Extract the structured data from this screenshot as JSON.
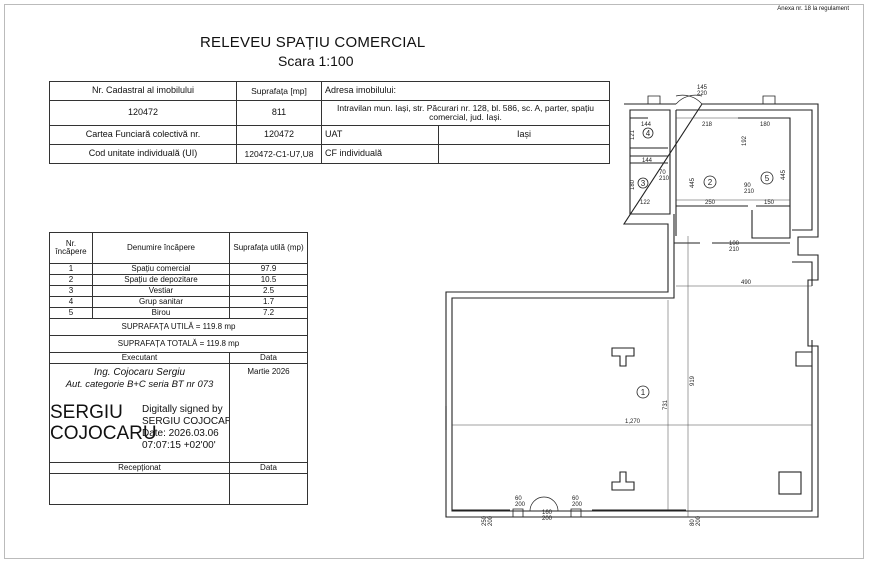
{
  "annex": "Anexa nr. 18 la regulament",
  "title": "RELEVEU SPAȚIU COMERCIAL",
  "scale": "Scara 1:100",
  "top_table": {
    "h_cadastral": "Nr. Cadastral al imobilului",
    "h_surface": "Suprafața [mp]",
    "h_address": "Adresa imobilului:",
    "cadastral": "120472",
    "surface": "811",
    "address": "Intravilan mun. Iași, str. Păcurari nr. 128, bl. 586, sc. A, parter, spațiu comercial, jud. Iași.",
    "carte_label": "Cartea Funciară colectivă nr.",
    "carte_value": "120472",
    "uat_label": "UAT",
    "uat_value": "Iași",
    "ui_label": "Cod unitate individuală (UI)",
    "ui_value": "120472-C1-U7,U8",
    "cf_label": "CF individuală",
    "cf_value": ""
  },
  "rooms_table": {
    "h_nr": "Nr. încăpere",
    "h_name": "Denumire încăpere",
    "h_area": "Suprafața utilă (mp)",
    "rows": [
      {
        "nr": "1",
        "name": "Spațiu comercial",
        "area": "97.9"
      },
      {
        "nr": "2",
        "name": "Spațiu de depozitare",
        "area": "10.5"
      },
      {
        "nr": "3",
        "name": "Vestiar",
        "area": "2.5"
      },
      {
        "nr": "4",
        "name": "Grup sanitar",
        "area": "1.7"
      },
      {
        "nr": "5",
        "name": "Birou",
        "area": "7.2"
      }
    ],
    "total_useful": "SUPRAFAȚA UTILĂ = 119.8 mp",
    "total_total": "SUPRAFAȚA TOTALĂ = 119.8 mp",
    "executant_label": "Executant",
    "date_label": "Data",
    "engineer": "Ing. Cojocaru Sergiu",
    "category": "Aut. categorie B+C seria BT nr 073",
    "sig_first": "SERGIU",
    "sig_last": "COJOCARU",
    "digital_line1": "Digitally signed by",
    "digital_line2": "SERGIU COJOCARU",
    "digital_line3": "Date: 2026.03.06",
    "digital_line4": "07:07:15 +02'00'",
    "date_value": "Martie 2026",
    "receptionat_label": "Recepționat",
    "date_label2": "Data"
  },
  "plan": {
    "dims": {
      "d145_220": "145\n220",
      "d218": "218",
      "d180": "180",
      "d144a": "144",
      "d121": "121",
      "d192": "192",
      "d144b": "144",
      "d70_210": "70\n210",
      "d445a": "445",
      "d445b": "445",
      "d180v": "180",
      "d90_210": "90\n210",
      "d122": "122",
      "d250": "250",
      "d150": "150",
      "d100_210": "100\n210",
      "d490": "490",
      "d919": "919",
      "d731": "731",
      "d1270": "1,270",
      "d60_200a": "60\n200",
      "d60_200b": "60\n200",
      "d160_200": "160\n200",
      "d250_200": "250\n200",
      "d80_200": "80\n200"
    },
    "room_labels": [
      "1",
      "2",
      "3",
      "4",
      "5"
    ]
  }
}
